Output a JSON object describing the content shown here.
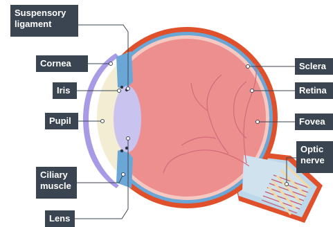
{
  "labels": {
    "suspensory_ligament": "Suspensory\nligament",
    "cornea": "Cornea",
    "iris": "Iris",
    "pupil": "Pupil",
    "ciliary_muscle": "Ciliary\nmuscle",
    "lens": "Lens",
    "sclera": "Sclera",
    "retina": "Retina",
    "fovea": "Fovea",
    "optic_nerve": "Optic\nnerve"
  },
  "colors": {
    "label_background": "#3a4551",
    "label_text": "#ffffff",
    "sclera": "#e0502a",
    "choroid": "#6aa6d6",
    "retina_layer": "#f5c9c2",
    "vitreous": "#ee8f8f",
    "lens": "#c8c3ef",
    "cornea": "#a99ae6",
    "aqueous": "#f3eed3",
    "optic_nerve_core": "#f6d9a0",
    "blood_vessel": "#c9566a"
  }
}
